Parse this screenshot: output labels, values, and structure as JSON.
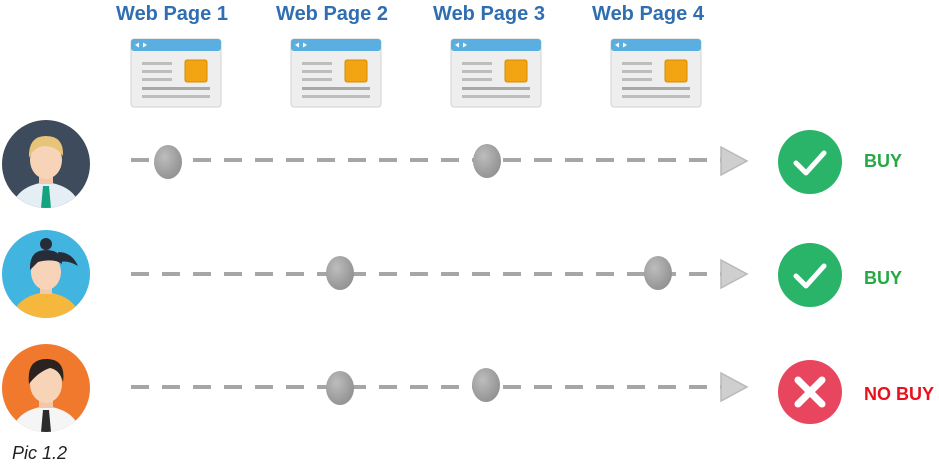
{
  "pages": [
    {
      "label": "Web Page 1"
    },
    {
      "label": "Web Page 2"
    },
    {
      "label": "Web Page 3"
    },
    {
      "label": "Web Page 4"
    }
  ],
  "journeys": [
    {
      "avatar": "man-blond-avatar-icon",
      "visited_pages": [
        "Web Page 1",
        "Web Page 3"
      ],
      "outcome": "BUY",
      "outcome_icon": "checkmark-icon"
    },
    {
      "avatar": "woman-ponytail-avatar-icon",
      "visited_pages": [
        "Web Page 2",
        "Web Page 4"
      ],
      "outcome": "BUY",
      "outcome_icon": "checkmark-icon"
    },
    {
      "avatar": "man-dark-hair-avatar-icon",
      "visited_pages": [
        "Web Page 2",
        "Web Page 3"
      ],
      "outcome": "NO BUY",
      "outcome_icon": "cross-icon"
    }
  ],
  "caption": "Pic 1.2",
  "colors": {
    "page_label": "#2f6fb1",
    "buy": "#27a845",
    "buy_badge": "#2ab46a",
    "no_buy": "#e8101c",
    "no_buy_badge": "#e8455f",
    "track": "#a6a6a6"
  }
}
